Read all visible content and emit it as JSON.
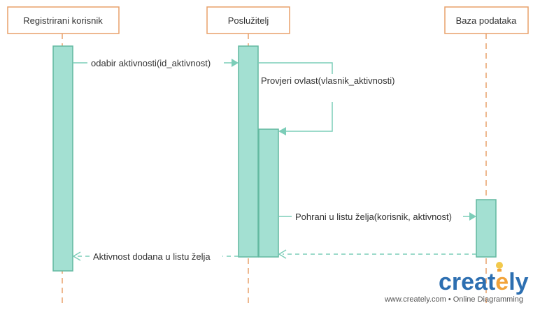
{
  "diagram": {
    "participants": [
      {
        "label": "Registrirani korisnik"
      },
      {
        "label": "Poslužitelj"
      },
      {
        "label": "Baza podataka"
      }
    ],
    "messages": [
      {
        "label": "odabir aktivnosti(id_aktivnost)"
      },
      {
        "label": "Provjeri ovlast(vlasnik_aktivnosti)"
      },
      {
        "label": "Pohrani u listu želja(korisnik, aktivnost)"
      },
      {
        "label": "Aktivnost dodana u listu želja"
      }
    ]
  },
  "branding": {
    "logo_text": "creately",
    "logo_main": "creat",
    "logo_e": "e",
    "logo_ly": "ly",
    "tagline": "www.creately.com • Online Diagramming"
  },
  "colors": {
    "participant_border": "#e8a06a",
    "lifeline": "#e8a06a",
    "activation_fill": "#a3e0d2",
    "activation_border": "#62b8a0",
    "message_line": "#7ccdb8",
    "logo_blue": "#2d6fb1",
    "logo_orange": "#f2a33a"
  }
}
